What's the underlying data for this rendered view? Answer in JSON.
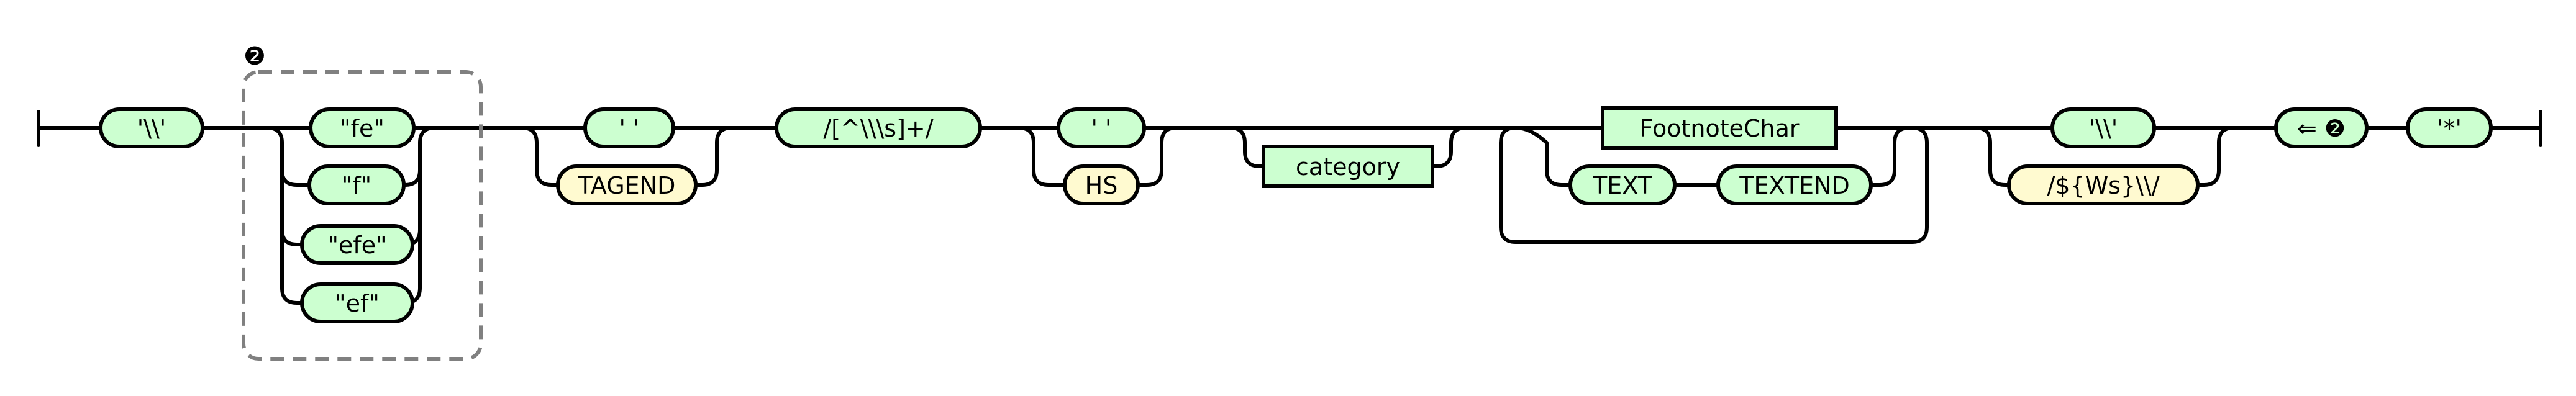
{
  "diagram": {
    "group_marker": "❷",
    "nodes": {
      "backslash1": "'\\\\'",
      "fe": "\"fe\"",
      "f": "\"f\"",
      "efe": "\"efe\"",
      "ef": "\"ef\"",
      "space1": "' '",
      "tagend": "TAGEND",
      "regex_not_bs_ws": "/[^\\\\\\s]+/",
      "space2": "' '",
      "hs": "HS",
      "category": "category",
      "footnotechar": "FootnoteChar",
      "text": "TEXT",
      "textend": "TEXTEND",
      "backslash2": "'\\\\'",
      "regex_ws": "/${Ws}\\\\/",
      "backref": "⇐ ❷",
      "star": "'*'"
    }
  }
}
